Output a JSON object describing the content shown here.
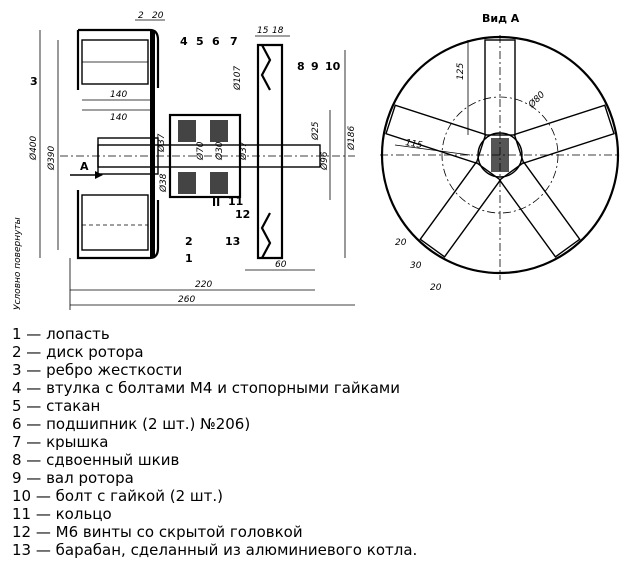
{
  "section_view": {
    "dimensions": {
      "d2": "2",
      "d20_top": "20",
      "d15": "15",
      "d18": "18",
      "d140": "140",
      "d140b": "140",
      "d400": "Ø400",
      "d390": "Ø390",
      "d37a": "Ø37",
      "d37b": "Ø37",
      "d30": "Ø30",
      "d70": "Ø70",
      "d107": "Ø107",
      "d38": "Ø38",
      "d25": "Ø25",
      "d96": "Ø96",
      "d186": "Ø186",
      "d60": "60",
      "d220": "220",
      "d260": "260"
    },
    "callouts": [
      "1",
      "2",
      "3",
      "4",
      "5",
      "6",
      "7",
      "8",
      "9",
      "10",
      "11",
      "12",
      "13"
    ],
    "view_arrow_label": "A",
    "ground_label": "Условно повернуты",
    "section_mark": "II"
  },
  "view_a": {
    "title": "Вид А",
    "dimensions": {
      "d125": "125",
      "d115": "115",
      "d80": "Ø80",
      "d20a": "20",
      "d20b": "20",
      "d30": "30"
    }
  },
  "legend": [
    "1 — лопасть",
    "2 — диск ротора",
    "3 — ребро жесткости",
    "4 — втулка с болтами М4 и стопорными гайками",
    "5 — стакан",
    "6 — подшипник (2 шт.) №206)",
    "7 — крышка",
    "8 — сдвоенный шкив",
    "9 — вал ротора",
    "10 — болт с гайкой (2 шт.)",
    "11 — кольцо",
    "12 — М6 винты со скрытой головкой",
    "13 — барабан, сделанный из алюминиевого котла."
  ]
}
